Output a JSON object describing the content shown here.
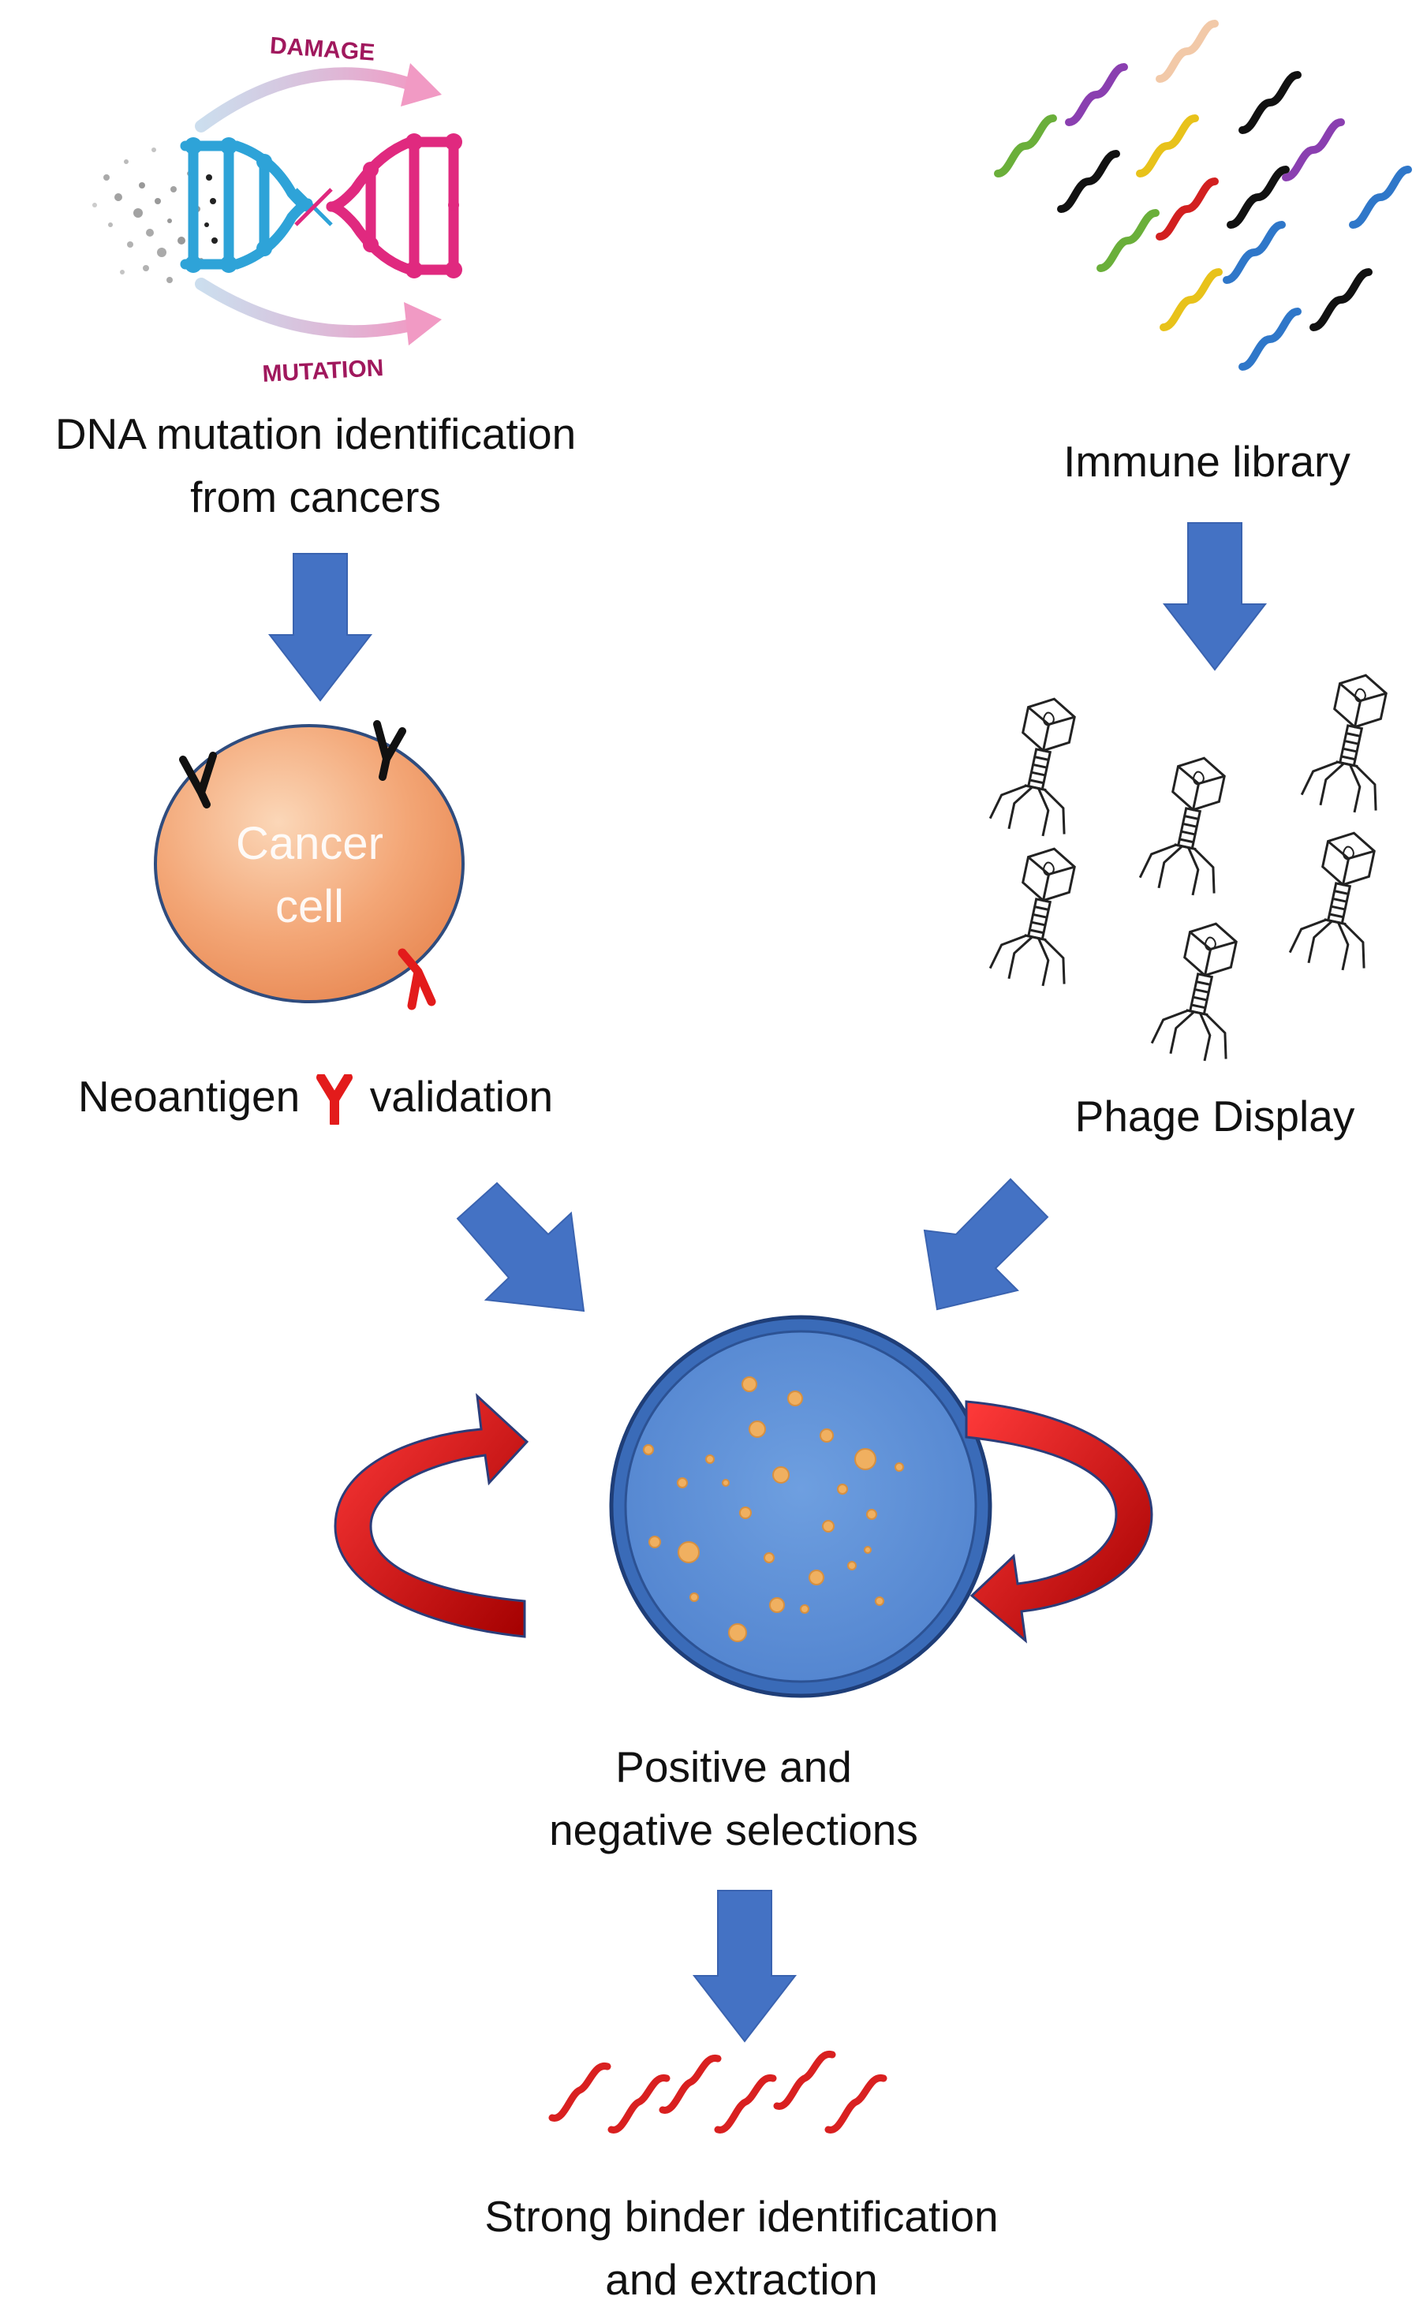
{
  "dna": {
    "damage_text": "DAMAGE",
    "mutation_text": "MUTATION",
    "label_line1": "DNA mutation identification",
    "label_line2": "from cancers"
  },
  "immune": {
    "label": "Immune library",
    "strand_colors": [
      "#6aaf3a",
      "#8a3fb0",
      "#f2c9a8",
      "#111111",
      "#111111",
      "#e8c21a",
      "#8a3fb0",
      "#111111",
      "#d22020",
      "#2f77c9",
      "#6aaf3a",
      "#2f77c9",
      "#111111",
      "#e8c21a",
      "#2f77c9"
    ]
  },
  "cancer": {
    "cell_line1": "Cancer",
    "cell_line2": "cell",
    "label_pre": "Neoantigen",
    "label_post": "validation"
  },
  "phage": {
    "label": "Phage Display"
  },
  "selection": {
    "label_line1": "Positive and",
    "label_line2": "negative selections"
  },
  "binder": {
    "label_line1": "Strong binder identification",
    "label_line2": "and extraction"
  },
  "colors": {
    "arrow_blue": "#4472c4",
    "arrow_red": "#d60000",
    "dna_left": "#2ea3d8",
    "dna_right": "#e0297f",
    "damage_text": "#a0185d",
    "cell_fill": "#f0a070",
    "dish_fill": "#5b8fd6",
    "colony": "#f0b060",
    "binder_red": "#d92020"
  }
}
